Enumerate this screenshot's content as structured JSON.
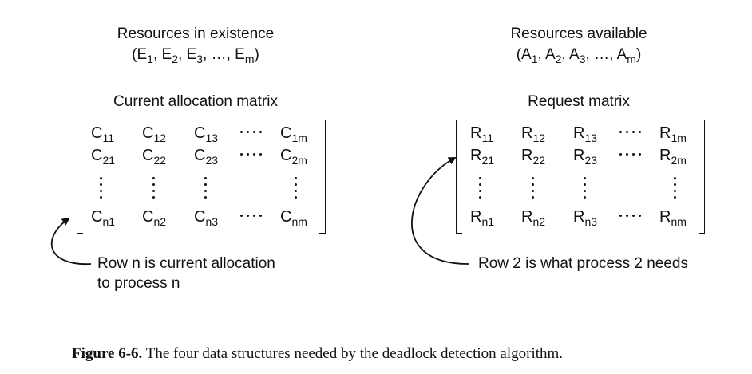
{
  "left": {
    "resources_title": "Resources in existence",
    "resources_vector": {
      "open": "(E",
      "items": [
        "1",
        "2",
        "3"
      ],
      "sep": ", ",
      "ellipsis": "…",
      "last": "m",
      "close": ")"
    },
    "matrix_title": "Current allocation matrix",
    "matrix": {
      "letter": "C",
      "rows": [
        [
          "11",
          "12",
          "13",
          "1m"
        ],
        [
          "21",
          "22",
          "23",
          "2m"
        ],
        [
          "n1",
          "n2",
          "n3",
          "nm"
        ]
      ]
    },
    "annotation_line1": "Row n is current allocation",
    "annotation_line2": "to process n"
  },
  "right": {
    "resources_title": "Resources available",
    "resources_vector": {
      "open": "(A",
      "items": [
        "1",
        "2",
        "3"
      ],
      "sep": ", ",
      "ellipsis": "…",
      "last": "m",
      "close": ")"
    },
    "matrix_title": "Request matrix",
    "matrix": {
      "letter": "R",
      "rows": [
        [
          "11",
          "12",
          "13",
          "1m"
        ],
        [
          "21",
          "22",
          "23",
          "2m"
        ],
        [
          "n1",
          "n2",
          "n3",
          "nm"
        ]
      ]
    },
    "annotation_line1": "Row 2 is what process 2 needs"
  },
  "caption": {
    "label": "Figure 6-6.",
    "text": "The four data structures needed by the deadlock detection algorithm."
  }
}
